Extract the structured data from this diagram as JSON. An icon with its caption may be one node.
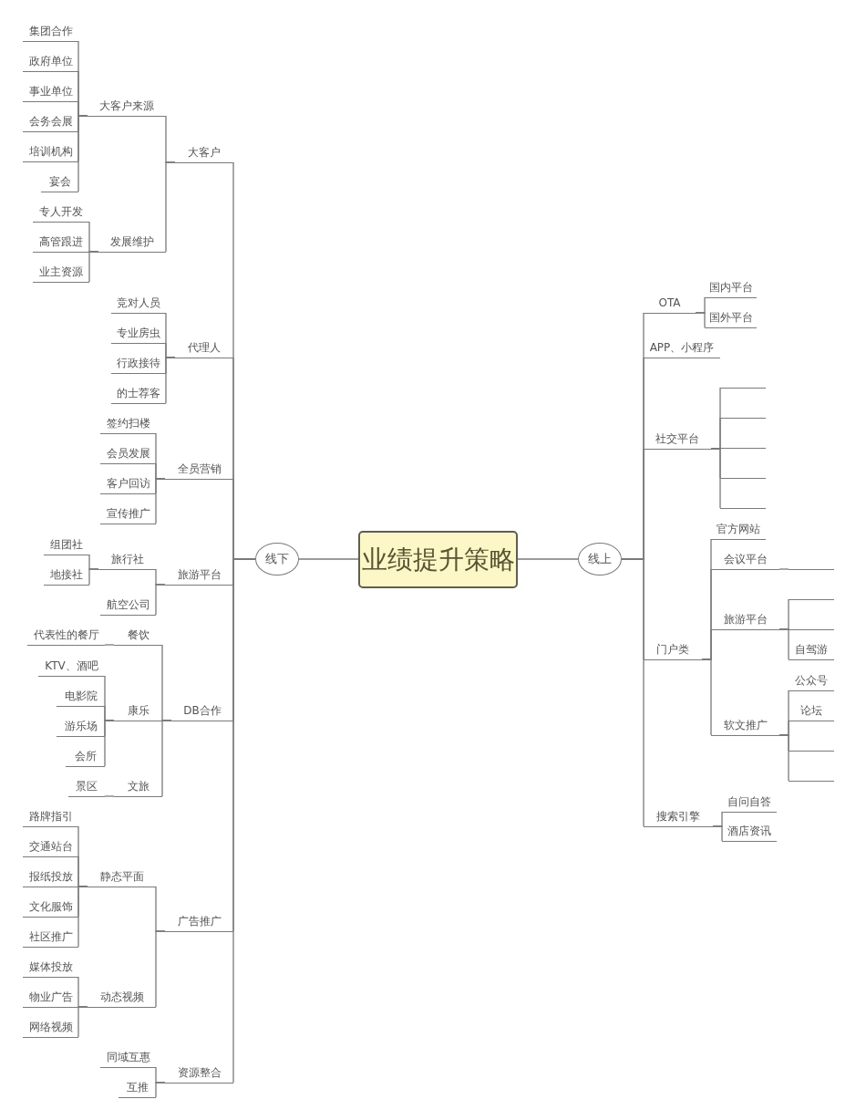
{
  "diagram": {
    "nodes": [
      {
        "text": [
          "业绩提升策略"
        ]
      },
      {
        "text": [
          "线下"
        ]
      },
      {
        "text": [
          "大客户"
        ]
      },
      {
        "text": [
          "大客户来源"
        ]
      },
      {
        "text": [
          "集团合作"
        ]
      },
      {
        "text": [
          "政府单位"
        ]
      },
      {
        "text": [
          "事业单位"
        ]
      },
      {
        "text": [
          "会务会展"
        ]
      },
      {
        "text": [
          "培训机构"
        ]
      },
      {
        "text": [
          "宴会"
        ]
      },
      {
        "text": [
          "发展维护"
        ]
      },
      {
        "text": [
          "专人开发"
        ]
      },
      {
        "text": [
          "高管跟进"
        ]
      },
      {
        "text": [
          "业主资源"
        ]
      },
      {
        "text": [
          "代理人"
        ]
      },
      {
        "text": [
          "竞对人员"
        ]
      },
      {
        "text": [
          "专业房虫"
        ]
      },
      {
        "text": [
          "行政接待"
        ]
      },
      {
        "text": [
          "的士荐客"
        ]
      },
      {
        "text": [
          "全员营销"
        ]
      },
      {
        "text": [
          "签约扫楼"
        ]
      },
      {
        "text": [
          "会员发展"
        ]
      },
      {
        "text": [
          "客户回访"
        ]
      },
      {
        "text": [
          "宣传推广"
        ]
      },
      {
        "text": [
          "旅游平台"
        ]
      },
      {
        "text": [
          "旅行社"
        ]
      },
      {
        "text": [
          "组团社"
        ]
      },
      {
        "text": [
          "地接社"
        ]
      },
      {
        "text": [
          "航空公司"
        ]
      },
      {
        "text": [
          "DB合作"
        ]
      },
      {
        "text": [
          "餐饮"
        ]
      },
      {
        "text": [
          "代表性的餐厅"
        ]
      },
      {
        "text": [
          "康乐"
        ]
      },
      {
        "text": [
          "KTV、酒吧"
        ]
      },
      {
        "text": [
          "电影院"
        ]
      },
      {
        "text": [
          "游乐场"
        ]
      },
      {
        "text": [
          "会所"
        ]
      },
      {
        "text": [
          "文旅"
        ]
      },
      {
        "text": [
          "景区"
        ]
      },
      {
        "text": [
          "广告推广"
        ]
      },
      {
        "text": [
          "静态平面"
        ]
      },
      {
        "text": [
          "路牌指引"
        ]
      },
      {
        "text": [
          "交通站台"
        ]
      },
      {
        "text": [
          "报纸投放"
        ]
      },
      {
        "text": [
          "文化服饰"
        ]
      },
      {
        "text": [
          "社区推广"
        ]
      },
      {
        "text": [
          "动态视频"
        ]
      },
      {
        "text": [
          "媒体投放"
        ]
      },
      {
        "text": [
          "物业广告"
        ]
      },
      {
        "text": [
          "网络视频"
        ]
      },
      {
        "text": [
          "资源整合"
        ]
      },
      {
        "text": [
          "同域互惠"
        ]
      },
      {
        "text": [
          "互推"
        ]
      },
      {
        "text": [
          "线上"
        ]
      },
      {
        "text": [
          "OTA"
        ]
      },
      {
        "text": [
          "国内平台"
        ]
      },
      {
        "text": [
          "国外平台"
        ]
      },
      {
        "text": [
          "APP、小程序"
        ]
      },
      {
        "text": [
          "社交平台"
        ]
      },
      {
        "text": [],
        "shape": "line"
      },
      {
        "text": [],
        "shape": "line"
      },
      {
        "text": [],
        "shape": "line"
      },
      {
        "text": [],
        "shape": "line"
      },
      {
        "text": [],
        "shape": "line"
      },
      {
        "text": [
          "门户类"
        ]
      },
      {
        "text": [
          "官方网站"
        ]
      },
      {
        "text": [
          "会议平台"
        ]
      },
      {
        "text": [],
        "shape": "line"
      },
      {
        "text": [
          "旅游平台"
        ]
      },
      {
        "text": [],
        "shape": "line"
      },
      {
        "text": [],
        "shape": "line"
      },
      {
        "text": [
          "自驾游"
        ]
      },
      {
        "text": [
          "软文推广"
        ]
      },
      {
        "text": [
          "公众号"
        ]
      },
      {
        "text": [
          "论坛"
        ]
      },
      {
        "text": [],
        "shape": "line"
      },
      {
        "text": [],
        "shape": "line"
      },
      {
        "text": [
          "搜索引擎"
        ]
      },
      {
        "text": [
          "自问自答"
        ]
      },
      {
        "text": [
          "酒店资讯"
        ]
      }
    ],
    "edges": [
      {
        "from": 0,
        "to": 1,
        "arrow": "none"
      },
      {
        "from": 1,
        "to": 2,
        "arrow": "none"
      },
      {
        "from": 2,
        "to": 3,
        "arrow": "none"
      },
      {
        "from": 3,
        "to": 4,
        "arrow": "none"
      },
      {
        "from": 3,
        "to": 5,
        "arrow": "none"
      },
      {
        "from": 3,
        "to": 6,
        "arrow": "none"
      },
      {
        "from": 3,
        "to": 7,
        "arrow": "none"
      },
      {
        "from": 3,
        "to": 8,
        "arrow": "none"
      },
      {
        "from": 3,
        "to": 9,
        "arrow": "none"
      },
      {
        "from": 2,
        "to": 10,
        "arrow": "none"
      },
      {
        "from": 10,
        "to": 11,
        "arrow": "none"
      },
      {
        "from": 10,
        "to": 12,
        "arrow": "none"
      },
      {
        "from": 10,
        "to": 13,
        "arrow": "none"
      },
      {
        "from": 1,
        "to": 14,
        "arrow": "none"
      },
      {
        "from": 14,
        "to": 15,
        "arrow": "none"
      },
      {
        "from": 14,
        "to": 16,
        "arrow": "none"
      },
      {
        "from": 14,
        "to": 17,
        "arrow": "none"
      },
      {
        "from": 14,
        "to": 18,
        "arrow": "none"
      },
      {
        "from": 1,
        "to": 19,
        "arrow": "none"
      },
      {
        "from": 19,
        "to": 20,
        "arrow": "none"
      },
      {
        "from": 19,
        "to": 21,
        "arrow": "none"
      },
      {
        "from": 19,
        "to": 22,
        "arrow": "none"
      },
      {
        "from": 19,
        "to": 23,
        "arrow": "none"
      },
      {
        "from": 1,
        "to": 24,
        "arrow": "none"
      },
      {
        "from": 24,
        "to": 25,
        "arrow": "none"
      },
      {
        "from": 25,
        "to": 26,
        "arrow": "none"
      },
      {
        "from": 25,
        "to": 27,
        "arrow": "none"
      },
      {
        "from": 24,
        "to": 28,
        "arrow": "none"
      },
      {
        "from": 1,
        "to": 29,
        "arrow": "none"
      },
      {
        "from": 29,
        "to": 30,
        "arrow": "none"
      },
      {
        "from": 30,
        "to": 31,
        "arrow": "none"
      },
      {
        "from": 29,
        "to": 32,
        "arrow": "none"
      },
      {
        "from": 32,
        "to": 33,
        "arrow": "none"
      },
      {
        "from": 32,
        "to": 34,
        "arrow": "none"
      },
      {
        "from": 32,
        "to": 35,
        "arrow": "none"
      },
      {
        "from": 32,
        "to": 36,
        "arrow": "none"
      },
      {
        "from": 29,
        "to": 37,
        "arrow": "none"
      },
      {
        "from": 37,
        "to": 38,
        "arrow": "none"
      },
      {
        "from": 1,
        "to": 39,
        "arrow": "none"
      },
      {
        "from": 39,
        "to": 40,
        "arrow": "none"
      },
      {
        "from": 40,
        "to": 41,
        "arrow": "none"
      },
      {
        "from": 40,
        "to": 42,
        "arrow": "none"
      },
      {
        "from": 40,
        "to": 43,
        "arrow": "none"
      },
      {
        "from": 40,
        "to": 44,
        "arrow": "none"
      },
      {
        "from": 40,
        "to": 45,
        "arrow": "none"
      },
      {
        "from": 39,
        "to": 46,
        "arrow": "none"
      },
      {
        "from": 46,
        "to": 47,
        "arrow": "none"
      },
      {
        "from": 46,
        "to": 48,
        "arrow": "none"
      },
      {
        "from": 46,
        "to": 49,
        "arrow": "none"
      },
      {
        "from": 1,
        "to": 50,
        "arrow": "none"
      },
      {
        "from": 50,
        "to": 51,
        "arrow": "none"
      },
      {
        "from": 50,
        "to": 52,
        "arrow": "none"
      },
      {
        "from": 0,
        "to": 53,
        "arrow": "none"
      },
      {
        "from": 53,
        "to": 54,
        "arrow": "none"
      },
      {
        "from": 54,
        "to": 55,
        "arrow": "none"
      },
      {
        "from": 54,
        "to": 56,
        "arrow": "none"
      },
      {
        "from": 53,
        "to": 57,
        "arrow": "none"
      },
      {
        "from": 53,
        "to": 58,
        "arrow": "none"
      },
      {
        "from": 58,
        "to": 59,
        "arrow": "none"
      },
      {
        "from": 58,
        "to": 60,
        "arrow": "none"
      },
      {
        "from": 58,
        "to": 61,
        "arrow": "none"
      },
      {
        "from": 58,
        "to": 62,
        "arrow": "none"
      },
      {
        "from": 58,
        "to": 63,
        "arrow": "none"
      },
      {
        "from": 53,
        "to": 64,
        "arrow": "none"
      },
      {
        "from": 64,
        "to": 65,
        "arrow": "none"
      },
      {
        "from": 64,
        "to": 66,
        "arrow": "none"
      },
      {
        "from": 66,
        "to": 67,
        "arrow": "none"
      },
      {
        "from": 64,
        "to": 68,
        "arrow": "none"
      },
      {
        "from": 68,
        "to": 69,
        "arrow": "none"
      },
      {
        "from": 68,
        "to": 70,
        "arrow": "none"
      },
      {
        "from": 68,
        "to": 71,
        "arrow": "none"
      },
      {
        "from": 64,
        "to": 72,
        "arrow": "none"
      },
      {
        "from": 72,
        "to": 73,
        "arrow": "none"
      },
      {
        "from": 72,
        "to": 74,
        "arrow": "none"
      },
      {
        "from": 72,
        "to": 75,
        "arrow": "none"
      },
      {
        "from": 72,
        "to": 76,
        "arrow": "none"
      },
      {
        "from": 53,
        "to": 77,
        "arrow": "none"
      },
      {
        "from": 77,
        "to": 78,
        "arrow": "none"
      },
      {
        "from": 77,
        "to": 79,
        "arrow": "none"
      }
    ]
  }
}
